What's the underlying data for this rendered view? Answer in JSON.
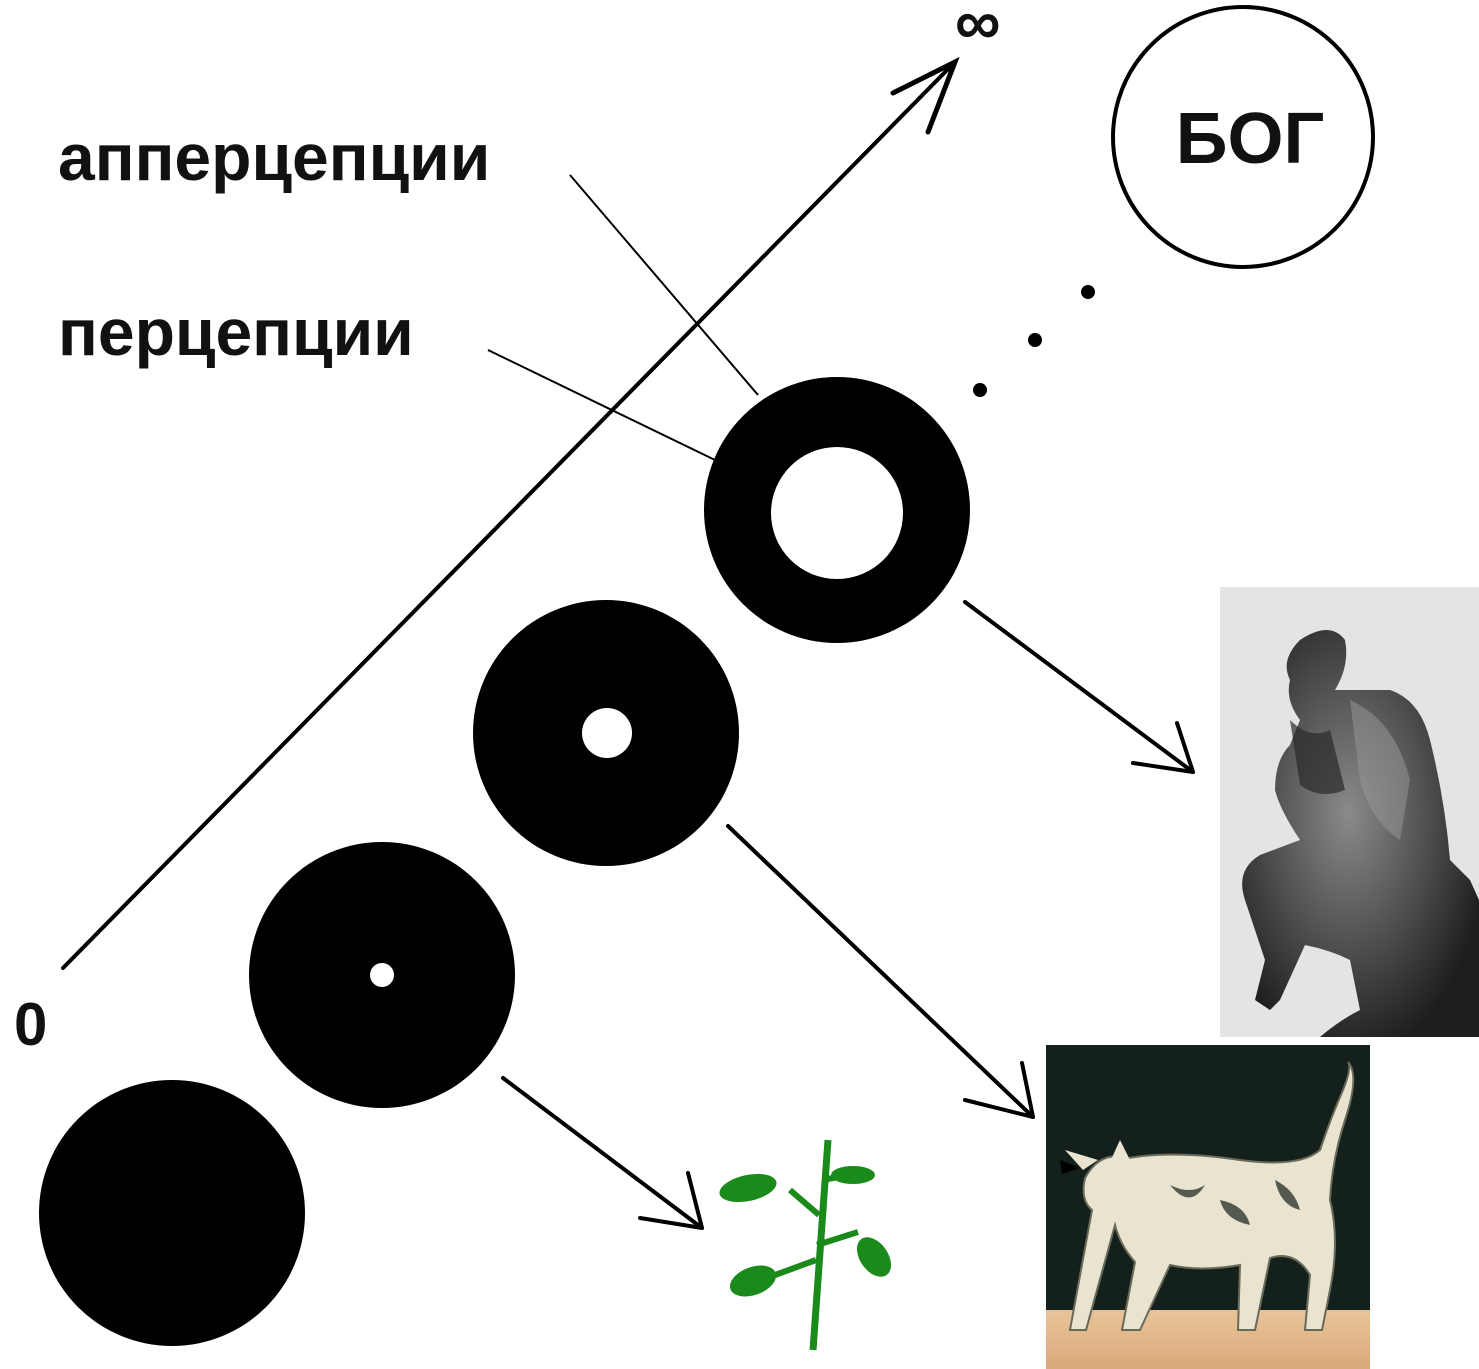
{
  "labels": {
    "zero": "0",
    "infinity": "∞",
    "god": "БОГ",
    "apperceptions": "апперцепции",
    "perceptions": "перцепции"
  },
  "colors": {
    "ink": "#000000",
    "plant_green": "#1a8a1a",
    "cat_background": "#13201b",
    "statue_background": "#e4e4e4"
  },
  "images": {
    "plant": "plant-icon",
    "cat": "cat-photo",
    "statue": "thinker-statue-photo"
  }
}
